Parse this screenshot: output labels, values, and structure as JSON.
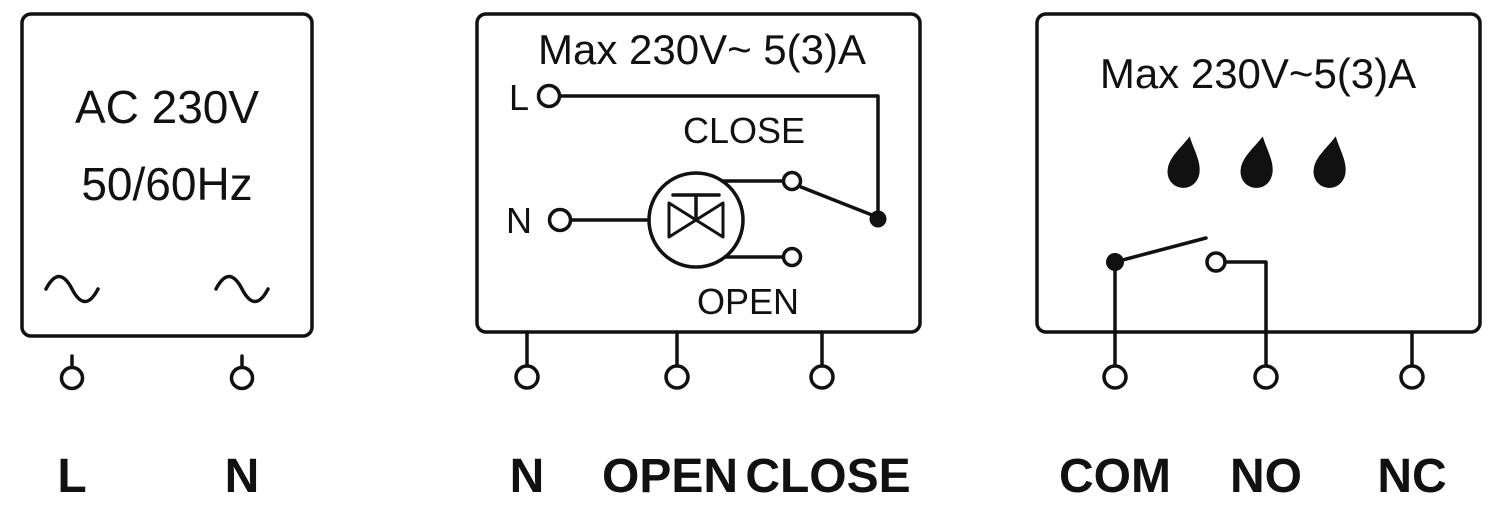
{
  "colors": {
    "line": "#111111",
    "background": "#ffffff"
  },
  "power_box": {
    "voltage": "AC 230V",
    "frequency": "50/60Hz",
    "terminals": [
      "L",
      "N"
    ]
  },
  "valve_box": {
    "rating": "Max 230V~ 5(3)A",
    "live_label": "L",
    "neutral_label": "N",
    "close_label": "CLOSE",
    "open_label": "OPEN",
    "terminals": [
      "N",
      "OPEN",
      "CLOSE"
    ]
  },
  "relay_box": {
    "rating": "Max 230V~5(3)A",
    "terminals": [
      "COM",
      "NO",
      "NC"
    ]
  }
}
